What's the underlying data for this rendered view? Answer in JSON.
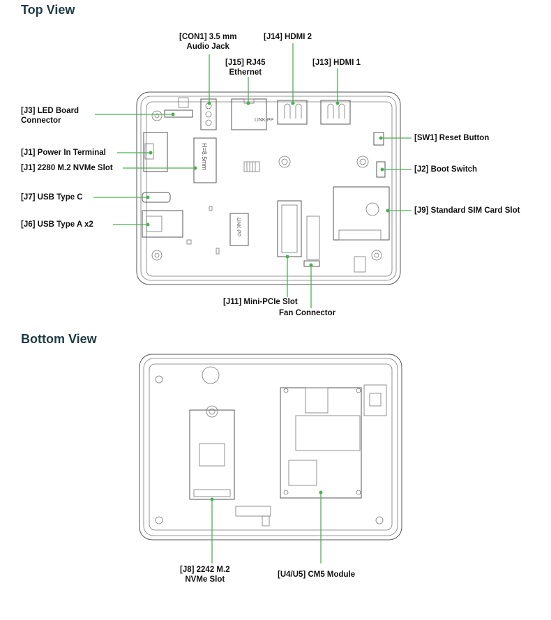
{
  "top_view": {
    "title": "Top View",
    "labels": {
      "con1": [
        "[CON1] 3.5 mm",
        "Audio Jack"
      ],
      "j14": "[J14] HDMI 2",
      "j15": [
        "[J15] RJ45",
        "Ethernet"
      ],
      "j13": "[J13] HDMI 1",
      "j3": [
        "[J3] LED Board",
        "Connector"
      ],
      "sw1": "[SW1] Reset Button",
      "j1_power": "[J1] Power In Terminal",
      "j1_nvme": "[J1] 2280 M.2 NVMe Slot",
      "j2": "[J2] Boot Switch",
      "j7": "[J7] USB Type C",
      "j9": "[J9] Standard SIM Card Slot",
      "j6": "[J6] USB Type A x2",
      "j11": "[J11] Mini-PCIe Slot",
      "fan": "Fan Connector"
    },
    "board_marks": {
      "rj45_logo": "LINK-PP",
      "m2_marks": "H=8.5mm",
      "chip_logo": "LINK-PP"
    }
  },
  "bottom_view": {
    "title": "Bottom View",
    "labels": {
      "j8": [
        "[J8] 2242 M.2",
        "NVMe Slot"
      ],
      "u4u5": "[U4/U5] CM5 Module"
    }
  },
  "colors": {
    "title": "#1d3b45",
    "callout_line": "#4cb050",
    "outline": "#555555"
  }
}
